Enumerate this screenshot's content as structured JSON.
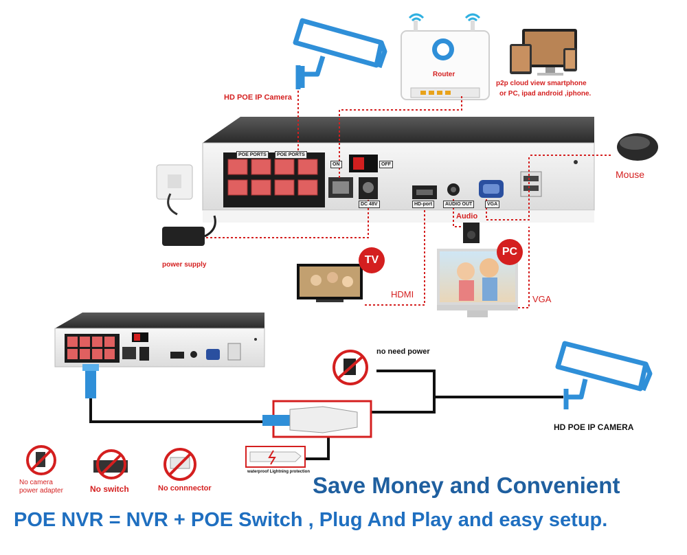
{
  "labels": {
    "hd_poe_ip_camera_top": "HD POE IP Camera",
    "router": "Router",
    "p2p_line1": "p2p cloud  view smartphone",
    "p2p_line2": "or PC, ipad android ,iphone.",
    "mouse": "Mouse",
    "power_supply": "power supply",
    "tv_badge": "TV",
    "pc_badge": "PC",
    "audio": "Audio",
    "hdmi": "HDMI",
    "vga": "VGA",
    "no_need_power": "no need power",
    "hd_poe_ip_camera_bottom": "HD POE IP CAMERA",
    "waterproof": "waterproof Lightning protection",
    "no_camera_line1": "No camera",
    "no_camera_line2": "power adapter",
    "no_switch": "No switch",
    "no_connector": "No connnector",
    "headline": "Save Money and Convenient",
    "tagline": "POE NVR = NVR + POE Switch , Plug And Play and easy setup."
  },
  "nvr_panel": {
    "poe_ports_a": "POE PORTS",
    "poe_ports_b": "POE PORTS",
    "on": "ON",
    "off": "OFF",
    "dc": "DC 48V",
    "hdmi_port": "HD-port",
    "audio_out": "AUDIO OUT",
    "vga_port": "VGA"
  },
  "colors": {
    "accent_red": "#d41f1f",
    "camera_blue": "#2f8fd8",
    "headline_blue": "#1f5f9f",
    "tagline_blue": "#1f6fc0"
  }
}
